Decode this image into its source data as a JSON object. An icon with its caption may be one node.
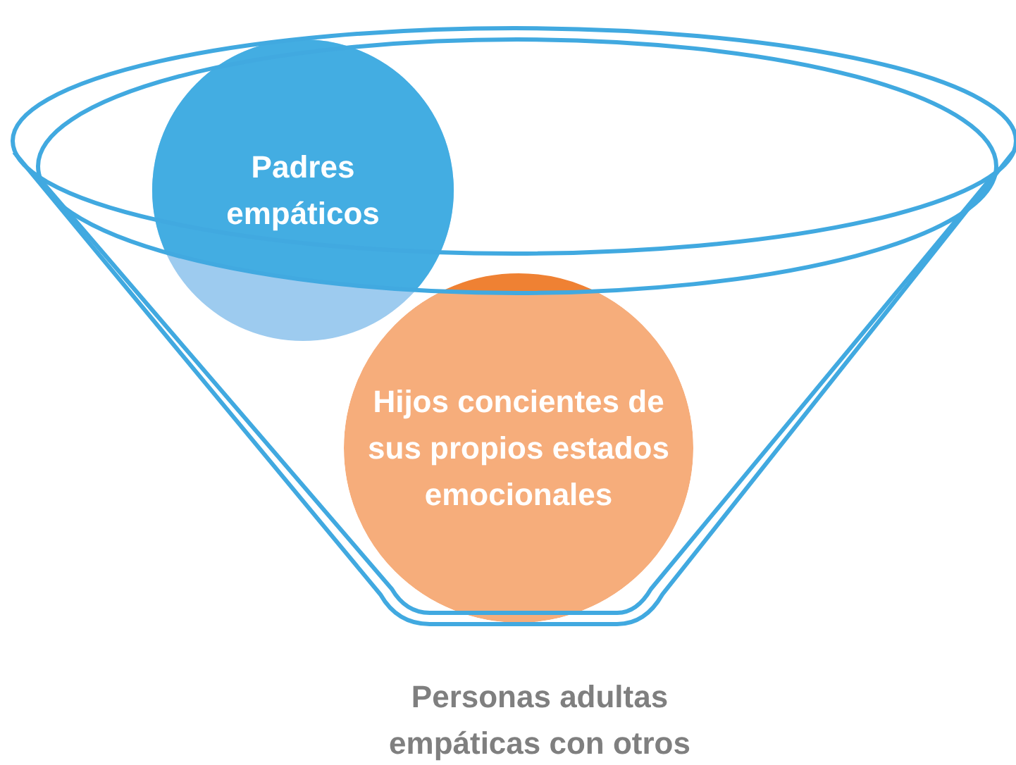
{
  "diagram": {
    "nodes": [
      {
        "text": [
          "Padres empáticos"
        ]
      },
      {
        "text": [
          "Hijos concientes de sus propios estados emocionales"
        ]
      }
    ],
    "labels": [
      "Personas adultas empáticas con otros"
    ]
  }
}
